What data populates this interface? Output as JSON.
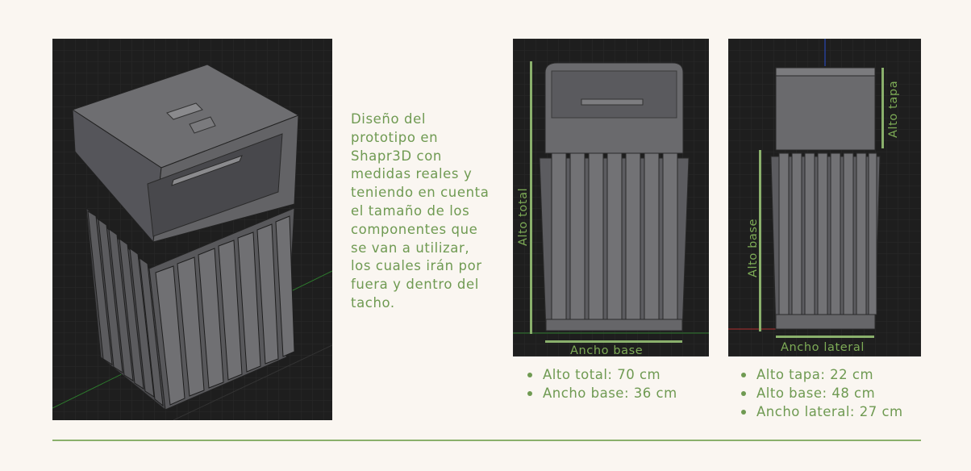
{
  "description": "Diseño del prototipo en Shapr3D con medidas reales y teniendo en cuenta el tamaño de los componentes que se van a utilizar, los cuales irán por fuera y dentro del tacho.",
  "front_view": {
    "height_label": "Alto total",
    "width_label": "Ancho base",
    "specs": [
      "Alto total: 70 cm",
      "Ancho base: 36 cm"
    ]
  },
  "side_view": {
    "lid_label": "Alto tapa",
    "base_label": "Alto base",
    "width_label": "Ancho lateral",
    "specs": [
      "Alto tapa: 22 cm",
      "Alto base: 48 cm",
      "Ancho lateral: 27 cm"
    ]
  },
  "colors": {
    "page_background": "#faf6f1",
    "accent_green": "#6f9a52",
    "viewport_background": "#1e1e1e",
    "model_gray": "#6b6b6e"
  }
}
